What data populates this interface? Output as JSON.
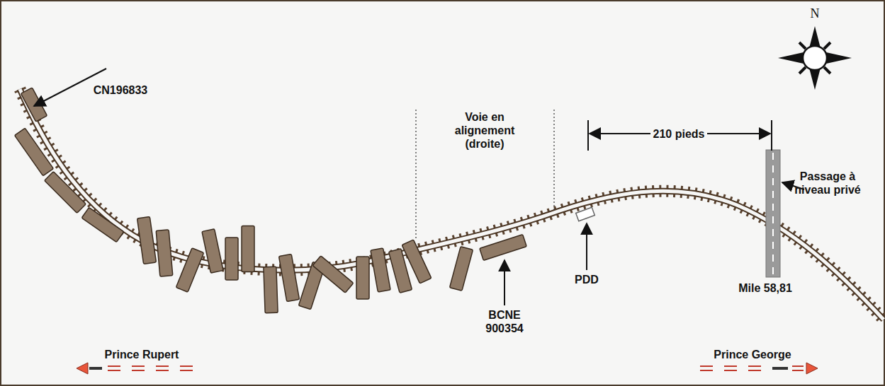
{
  "diagram": {
    "labels": [
      "N",
      "CN196833",
      "Voie en alignement (droite)",
      "210 pieds",
      "Passage à niveau privé",
      "BCNE 900354",
      "PDD",
      "Mile 58,81",
      "Prince Rupert",
      "Prince George"
    ]
  }
}
